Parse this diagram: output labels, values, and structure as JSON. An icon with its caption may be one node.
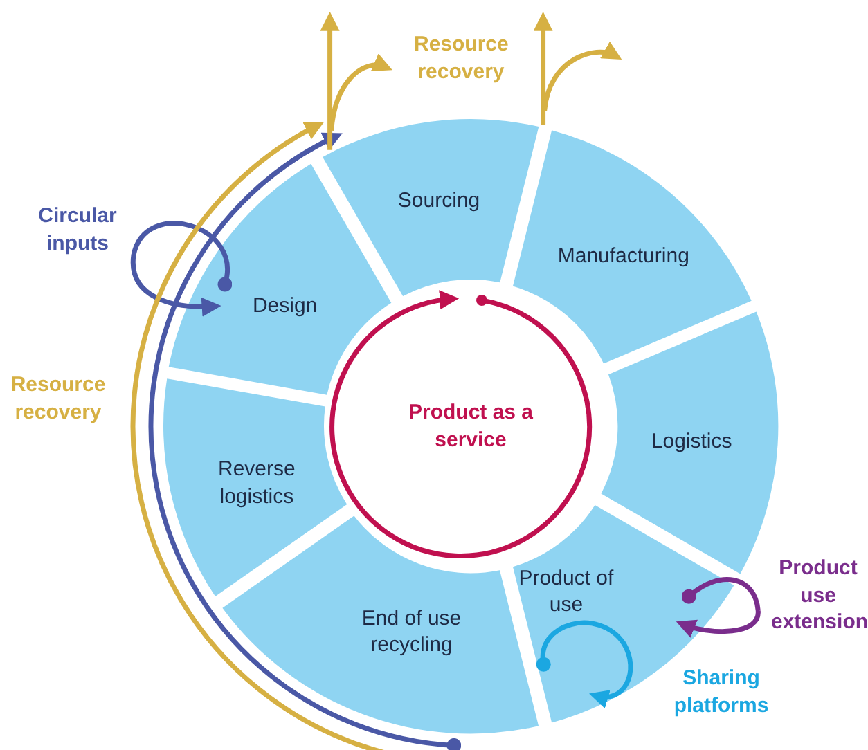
{
  "diagram": {
    "nodes": [
      {
        "text": [
          "Sourcing"
        ]
      },
      {
        "text": [
          "Manufacturing"
        ]
      },
      {
        "text": [
          "Logistics"
        ]
      },
      {
        "text": [
          "Product of use"
        ]
      },
      {
        "text": [
          "End of use recycling"
        ]
      },
      {
        "text": [
          "Reverse logistics"
        ]
      },
      {
        "text": [
          "Design"
        ]
      },
      {
        "text": [
          "Product as a service"
        ]
      }
    ],
    "edges": [
      {
        "from": 6,
        "to": 6,
        "arrow": "to",
        "label": "Circular inputs",
        "color": "#4a58a6"
      },
      {
        "from": 4,
        "to": 0,
        "arrow": "to",
        "label": "Resource recovery",
        "color": "#d6b043"
      },
      {
        "from": 4,
        "to": 0,
        "arrow": "to",
        "color": "#4a58a6"
      },
      {
        "from": 0,
        "to": null,
        "arrow": "to",
        "color": "#d6b043"
      },
      {
        "from": 0,
        "to": null,
        "arrow": "to",
        "color": "#d6b043"
      },
      {
        "from": 0,
        "to": null,
        "arrow": "to",
        "color": "#d6b043"
      },
      {
        "from": 0,
        "to": null,
        "arrow": "to",
        "color": "#d6b043"
      },
      {
        "from": 3,
        "to": 3,
        "arrow": "to",
        "label": "Product use extension",
        "color": "#7a2d8c"
      },
      {
        "from": 3,
        "to": 3,
        "arrow": "to",
        "label": "Sharing platforms",
        "color": "#1ba7e1"
      }
    ],
    "labels": [
      "Resource recovery"
    ]
  }
}
